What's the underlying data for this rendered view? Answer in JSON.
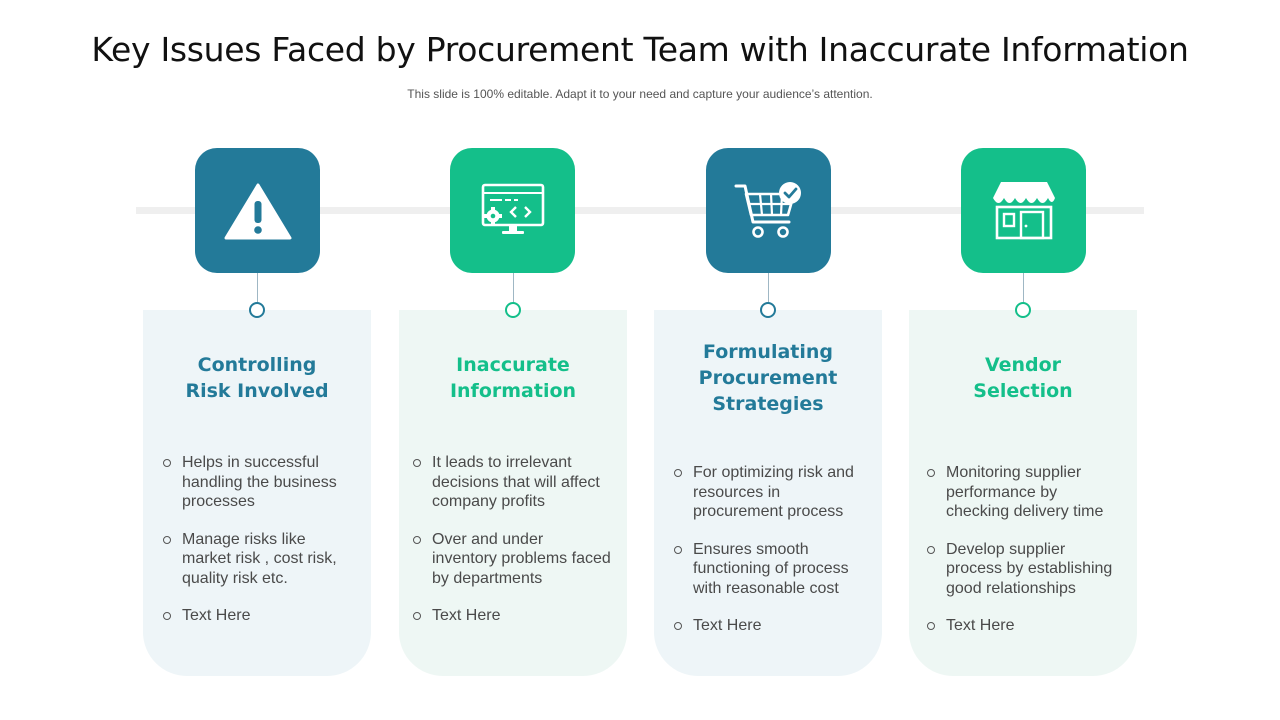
{
  "title": "Key Issues Faced by Procurement Team with Inaccurate Information",
  "subtitle": "This slide is 100% editable. Adapt it to your need and capture your audience’s attention.",
  "colors": {
    "blue": "#237a99",
    "green": "#14bf8a",
    "card_blue": "#eef5f8",
    "card_green": "#eef7f4"
  },
  "columns": [
    {
      "icon": "warning-icon",
      "heading_lines": [
        "Controlling",
        "Risk Involved"
      ],
      "bullets": [
        [
          "Helps in successful",
          "handling the business",
          "processes"
        ],
        [
          "Manage risks like",
          "market risk , cost risk,",
          "quality risk etc."
        ],
        [
          "Text Here"
        ]
      ]
    },
    {
      "icon": "computer-code-icon",
      "heading_lines": [
        "Inaccurate",
        "Information"
      ],
      "bullets": [
        [
          "It leads to irrelevant",
          "decisions that will affect",
          "company profits"
        ],
        [
          "Over and under",
          "inventory  problems faced",
          "by departments"
        ],
        [
          "Text Here"
        ]
      ]
    },
    {
      "icon": "shopping-cart-check-icon",
      "heading_lines": [
        "Formulating",
        "Procurement",
        "Strategies"
      ],
      "bullets": [
        [
          "For optimizing risk and",
          "resources in",
          "procurement process"
        ],
        [
          "Ensures smooth",
          "functioning of process",
          "with reasonable cost"
        ],
        [
          "Text Here"
        ]
      ]
    },
    {
      "icon": "storefront-icon",
      "heading_lines": [
        "Vendor",
        "Selection"
      ],
      "bullets": [
        [
          "Monitoring supplier",
          "performance by",
          "checking delivery time"
        ],
        [
          "Develop supplier",
          "process by establishing",
          "good relationships"
        ],
        [
          "Text Here"
        ]
      ]
    }
  ]
}
